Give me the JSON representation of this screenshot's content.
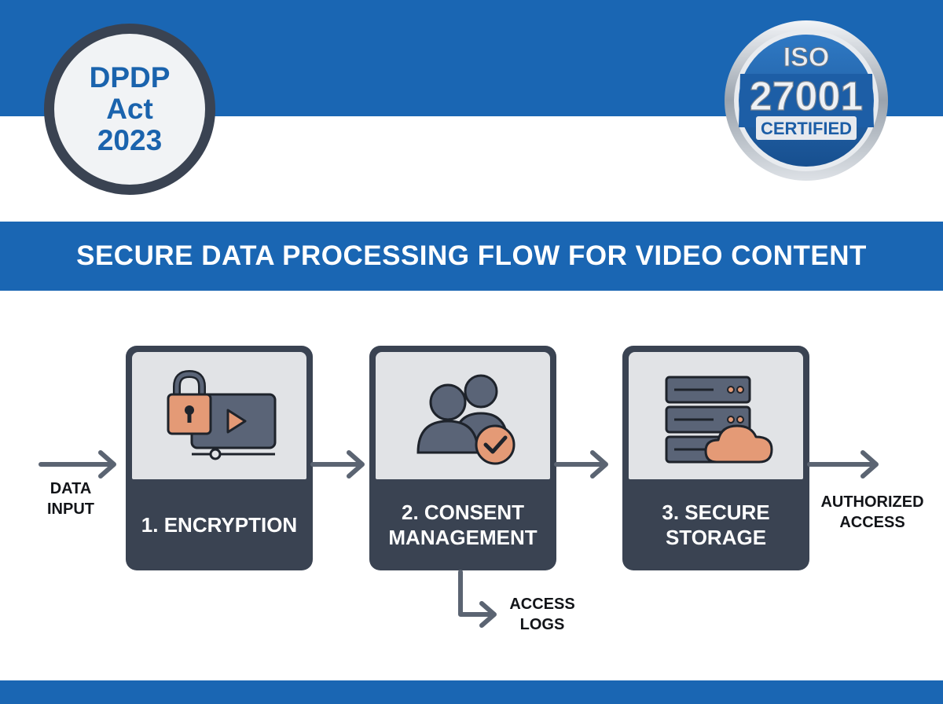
{
  "badge_left": {
    "lines": [
      "DPDP",
      "Act",
      "2023"
    ]
  },
  "badge_right": {
    "line1": "ISO",
    "line2": "27001",
    "line3": "CERTIFIED"
  },
  "title": "SECURE DATA PROCESSING FLOW FOR VIDEO CONTENT",
  "steps": [
    {
      "label_lines": [
        "1. ENCRYPTION"
      ],
      "icon": "lock-video-icon"
    },
    {
      "label_lines": [
        "2. CONSENT",
        "MANAGEMENT"
      ],
      "icon": "users-check-icon"
    },
    {
      "label_lines": [
        "3. SECURE",
        "STORAGE"
      ],
      "icon": "server-cloud-icon"
    }
  ],
  "flow": {
    "input_lines": [
      "DATA",
      "INPUT"
    ],
    "output_lines": [
      "AUTHORIZED",
      "ACCESS"
    ],
    "branch_lines": [
      "ACCESS",
      "LOGS"
    ]
  },
  "colors": {
    "brand_blue": "#1a66b3",
    "card_dark": "#3a4352",
    "card_light": "#e1e3e6",
    "icon_accent": "#e49a76",
    "icon_slate": "#5a6477",
    "arrow": "#5b6472"
  }
}
